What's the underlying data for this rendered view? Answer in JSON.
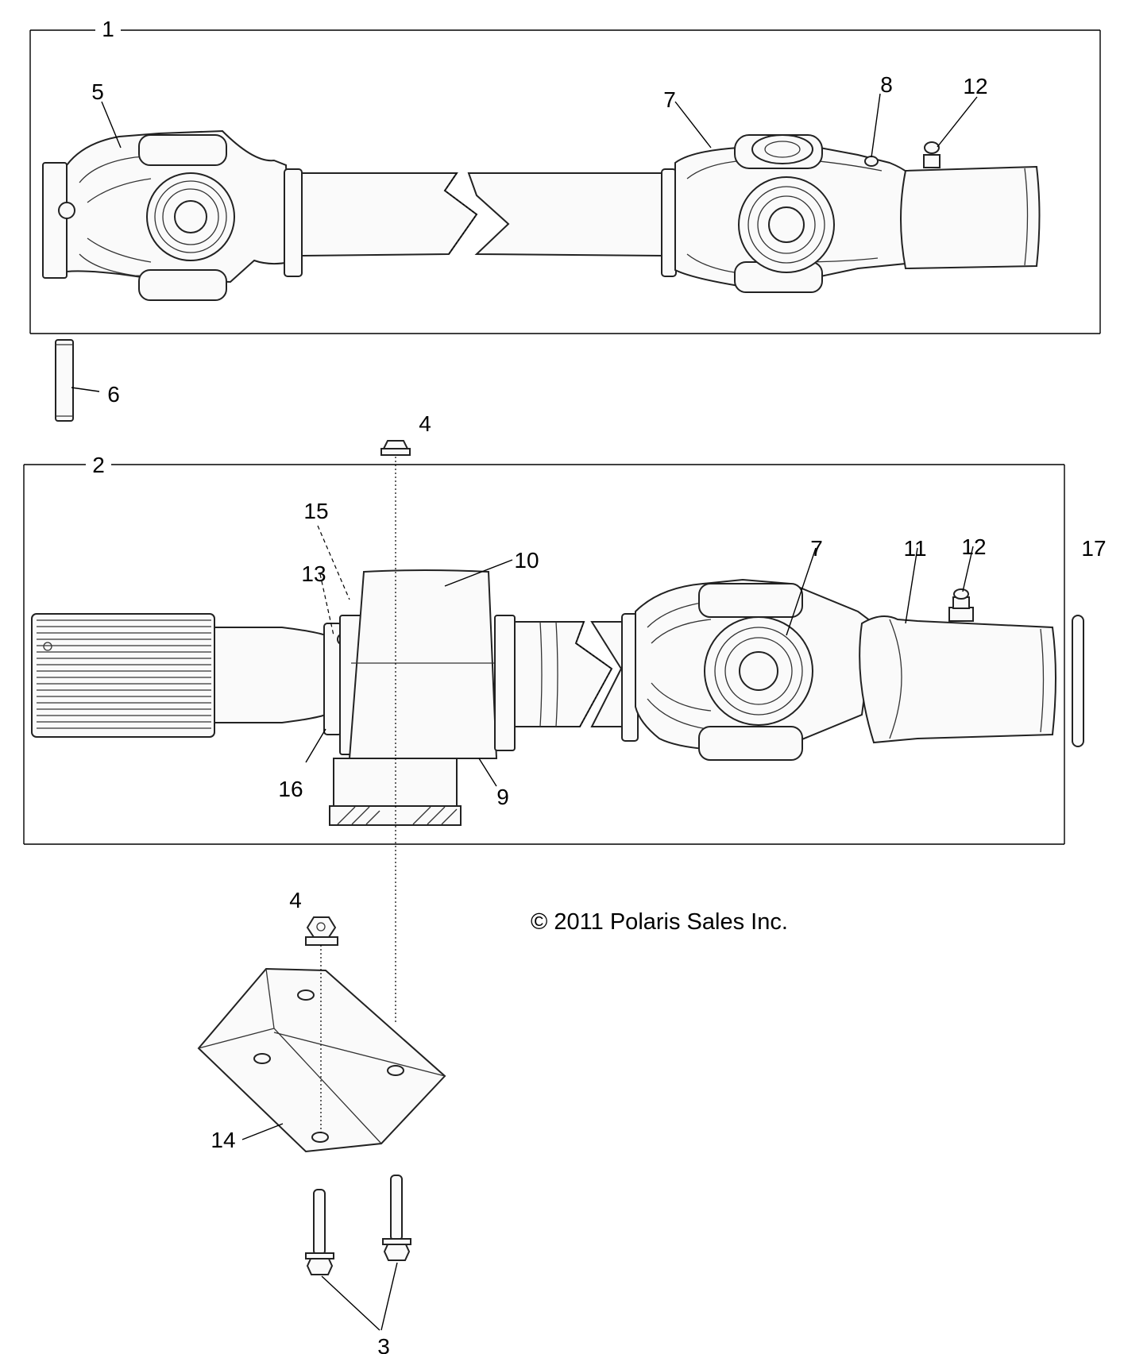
{
  "callouts": {
    "c1": "1",
    "c2": "2",
    "c3": "3",
    "c4a": "4",
    "c4b": "4",
    "c5": "5",
    "c6": "6",
    "c7a": "7",
    "c7b": "7",
    "c8": "8",
    "c9": "9",
    "c10": "10",
    "c11": "11",
    "c12a": "12",
    "c12b": "12",
    "c13": "13",
    "c14": "14",
    "c15": "15",
    "c16": "16",
    "c17": "17"
  },
  "copyright": "© 2011 Polaris Sales Inc."
}
